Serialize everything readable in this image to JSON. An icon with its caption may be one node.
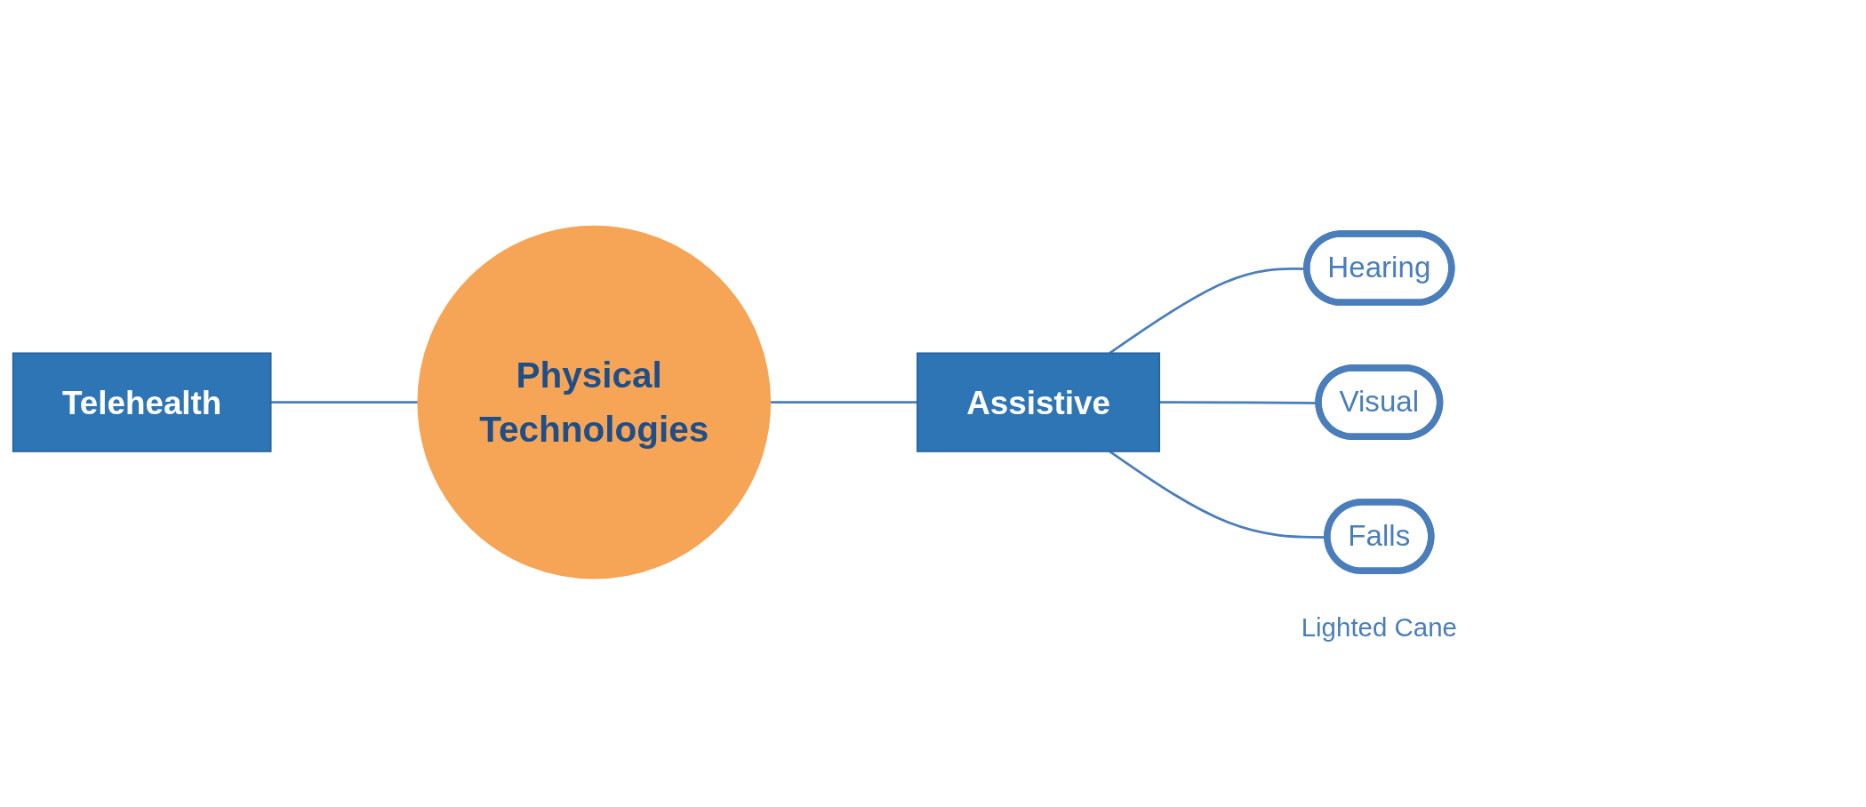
{
  "diagram": {
    "nodes": [
      {
        "text": [
          "Telehealth"
        ]
      },
      {
        "text": [
          "Physical Technologies"
        ]
      },
      {
        "text": [
          "Assistive"
        ]
      },
      {
        "text": [
          "Hearing"
        ]
      },
      {
        "text": [
          "Visual"
        ]
      },
      {
        "text": [
          "Falls"
        ],
        "beside": [
          "Lighted Cane"
        ]
      }
    ],
    "edges": [
      {
        "from": 0,
        "to": 1,
        "arrow": "none"
      },
      {
        "from": 1,
        "to": 2,
        "arrow": "none"
      },
      {
        "from": 2,
        "to": 3,
        "arrow": "none"
      },
      {
        "from": 2,
        "to": 4,
        "arrow": "none"
      },
      {
        "from": 2,
        "to": 5,
        "arrow": "none"
      }
    ]
  }
}
